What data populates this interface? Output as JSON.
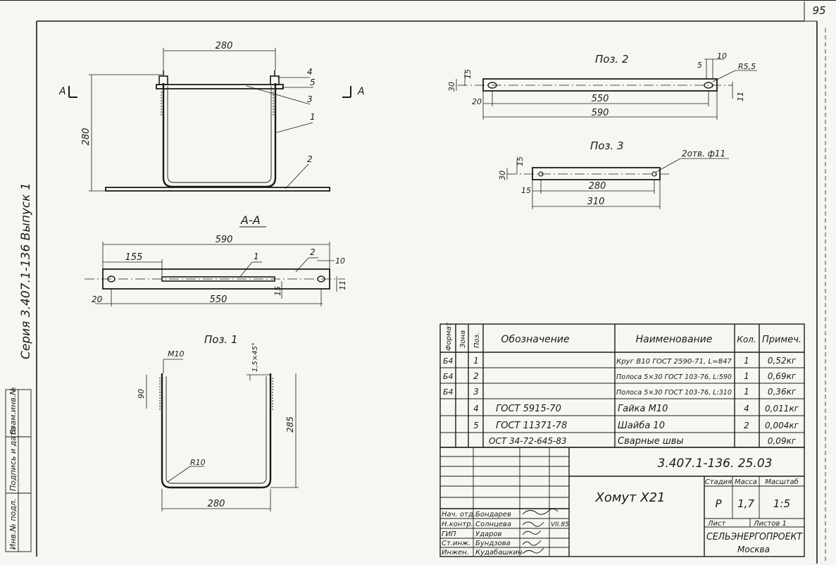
{
  "page_number": "95",
  "side_label": "Серия 3.407.1-136 Выпуск 1",
  "side_stamp": [
    "Инв.№ подл.",
    "Подпись и дата",
    "Взам.инв.№"
  ],
  "main_view": {
    "dim_top": "280",
    "dim_left": "280",
    "section_mark": "А",
    "callouts": [
      "4",
      "5",
      "3",
      "1",
      "2"
    ]
  },
  "section_view": {
    "title": "А-А",
    "dim_total": "590",
    "dim_155": "155",
    "dim_20": "20",
    "dim_550": "550",
    "dim_15": "15",
    "dim_10": "10",
    "dim_11": "11",
    "callouts": [
      "1",
      "2"
    ]
  },
  "pos1": {
    "title": "Поз. 1",
    "thread": "М10",
    "chamfer": "1,5×45°",
    "dim_90": "90",
    "dim_285": "285",
    "radius": "R10",
    "dim_280": "280"
  },
  "pos2": {
    "title": "Поз. 2",
    "dim_10": "10",
    "dim_5": "5",
    "radius": "R5,5",
    "dim_15": "15",
    "dim_30": "30",
    "dim_11": "11",
    "dim_20": "20",
    "dim_550": "550",
    "dim_590": "590"
  },
  "pos3": {
    "title": "Поз. 3",
    "holes": "2отв. ф11",
    "dim_15a": "15",
    "dim_30": "30",
    "dim_15b": "15",
    "dim_280": "280",
    "dim_310": "310"
  },
  "spec": {
    "headers": [
      "Формат",
      "Зона",
      "Поз.",
      "Обозначение",
      "Наименование",
      "Кол.",
      "Примеч."
    ],
    "rows": [
      {
        "format": "Б4",
        "zone": "",
        "pos": "1",
        "designation": "",
        "name": "Круг В10 ГОСТ 2590-71, L=847",
        "qty": "1",
        "note": "0,52кг"
      },
      {
        "format": "Б4",
        "zone": "",
        "pos": "2",
        "designation": "",
        "name": "Полоса 5×30 ГОСТ 103-76, L:590",
        "qty": "1",
        "note": "0,69кг"
      },
      {
        "format": "Б4",
        "zone": "",
        "pos": "3",
        "designation": "",
        "name": "Полоса 5×30 ГОСТ 103-76, L:310",
        "qty": "1",
        "note": "0,36кг"
      },
      {
        "format": "",
        "zone": "",
        "pos": "4",
        "designation": "ГОСТ 5915-70",
        "name": "Гайка М10",
        "qty": "4",
        "note": "0,011кг"
      },
      {
        "format": "",
        "zone": "",
        "pos": "5",
        "designation": "ГОСТ 11371-78",
        "name": "Шайба 10",
        "qty": "2",
        "note": "0,004кг"
      },
      {
        "format": "",
        "zone": "",
        "pos": "",
        "designation": "ОСТ 34-72-645-83",
        "name": "Сварные швы",
        "qty": "",
        "note": "0,09кг"
      }
    ]
  },
  "title_block": {
    "doc_code": "3.407.1-136. 25.03",
    "product": "Хомут Х21",
    "stage_label": "Стадия",
    "mass_label": "Масса",
    "scale_label": "Масштаб",
    "stage": "Р",
    "mass": "1,7",
    "scale": "1:5",
    "sheet_label": "Лист",
    "sheets_label": "Листов 1",
    "org": "СЕЛЬЭНЕРГОПРОЕКТ",
    "city": "Москва",
    "staff": [
      {
        "role": "Нач. отд.",
        "name": "Бондарев"
      },
      {
        "role": "Н.контр.",
        "name": "Солнцева"
      },
      {
        "role": "ГИП",
        "name": "Ударов"
      },
      {
        "role": "Ст.инж.",
        "name": "Бундзова"
      },
      {
        "role": "Инжен.",
        "name": "Кудабашкин"
      }
    ],
    "date_note": "VII.85"
  }
}
